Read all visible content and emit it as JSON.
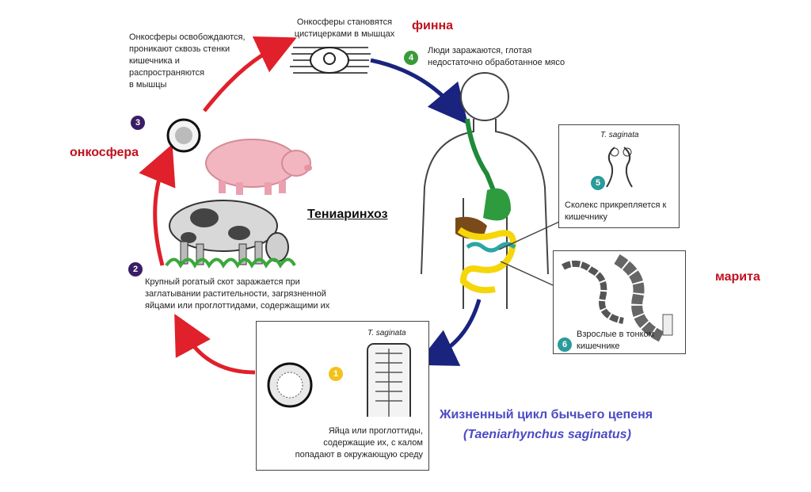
{
  "title": "Тениаринхоз",
  "caption": {
    "line1": "Жизненный цикл бычьего цепеня",
    "line2": "(Taeniarhynchus saginatus)"
  },
  "labels": {
    "finna": "финна",
    "onkosfera": "онкосфера",
    "marita": "марита"
  },
  "steps": [
    {
      "number": "1",
      "color": "#f2c21b",
      "text": "Яйца или проглоттиды,\nсодержащие их, с калом\nпопадают в окружающую среду"
    },
    {
      "number": "2",
      "color": "#3a1d66",
      "text": "Крупный рогатый скот заражается при\nзаглатывании растительности, загрязненной\nяйцами или проглоттидами, содержащими их"
    },
    {
      "number": "3",
      "color": "#3a1d66",
      "text": "Онкосферы освобождаются,\nпроникают сквозь стенки\nкишечника и\nраспространяются\nв мышцы"
    },
    {
      "number": "4",
      "color": "#3a9a3a",
      "text": "Люди заражаются, глотая\nнедостаточно обработанное мясо"
    },
    {
      "number": "5",
      "color": "#2a9a9a",
      "text": "Сколекс прикрепляется к\nкишечнику"
    },
    {
      "number": "6",
      "color": "#2a9a9a",
      "text": "Взрослые в тонком\nкишечнике"
    }
  ],
  "cyst_text": "Онкосферы становятся\nцистицерками в мышцах",
  "species_label": "T. saginata",
  "arrow_colors": {
    "animal_phase": "#e0202a",
    "human_phase": "#1a237e"
  }
}
